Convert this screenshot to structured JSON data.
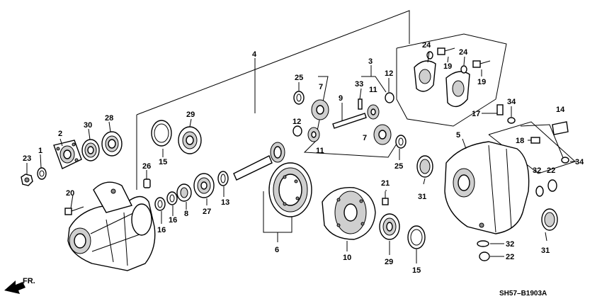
{
  "diagram_code": "SH57–B1903A",
  "direction_label": "FR.",
  "callouts": {
    "c1": "1",
    "c2": "2",
    "c3": "3",
    "c4": "4",
    "c5": "5",
    "c6": "6",
    "c7a": "7",
    "c7b": "7",
    "c8": "8",
    "c9": "9",
    "c10": "10",
    "c11a": "11",
    "c11b": "11",
    "c12a": "12",
    "c12b": "12",
    "c13": "13",
    "c14": "14",
    "c15a": "15",
    "c15b": "15",
    "c16a": "16",
    "c16b": "16",
    "c17": "17",
    "c18": "18",
    "c19a": "19",
    "c19b": "19",
    "c20": "20",
    "c21": "21",
    "c22a": "22",
    "c22b": "22",
    "c23": "23",
    "c24a": "24",
    "c24b": "24",
    "c25a": "25",
    "c25b": "25",
    "c26": "26",
    "c27": "27",
    "c28": "28",
    "c29a": "29",
    "c29b": "29",
    "c30": "30",
    "c31a": "31",
    "c31b": "31",
    "c32a": "32",
    "c32b": "32",
    "c33": "33",
    "c34a": "34",
    "c34b": "34"
  }
}
